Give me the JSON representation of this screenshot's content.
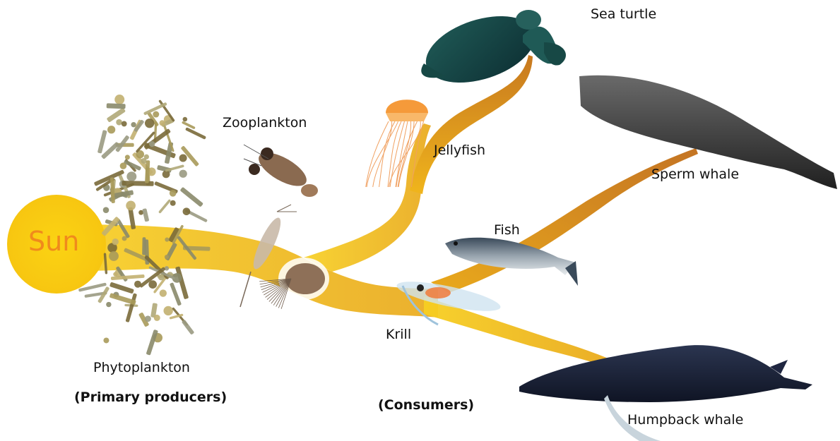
{
  "sun": {
    "label": "Sun",
    "color": "#fbd313",
    "text_color": "#f08a1c"
  },
  "organisms": {
    "phytoplankton": "Phytoplankton",
    "zooplankton": "Zooplankton",
    "jellyfish": "Jellyfish",
    "sea_turtle": "Sea turtle",
    "sperm_whale": "Sperm whale",
    "fish": "Fish",
    "krill": "Krill",
    "humpback_whale": "Humpback whale"
  },
  "groups": {
    "primary_producers": "(Primary producers)",
    "consumers": "(Consumers)"
  },
  "colors": {
    "stream": "#f5c21a",
    "stream_dark": "#d98c1f"
  }
}
